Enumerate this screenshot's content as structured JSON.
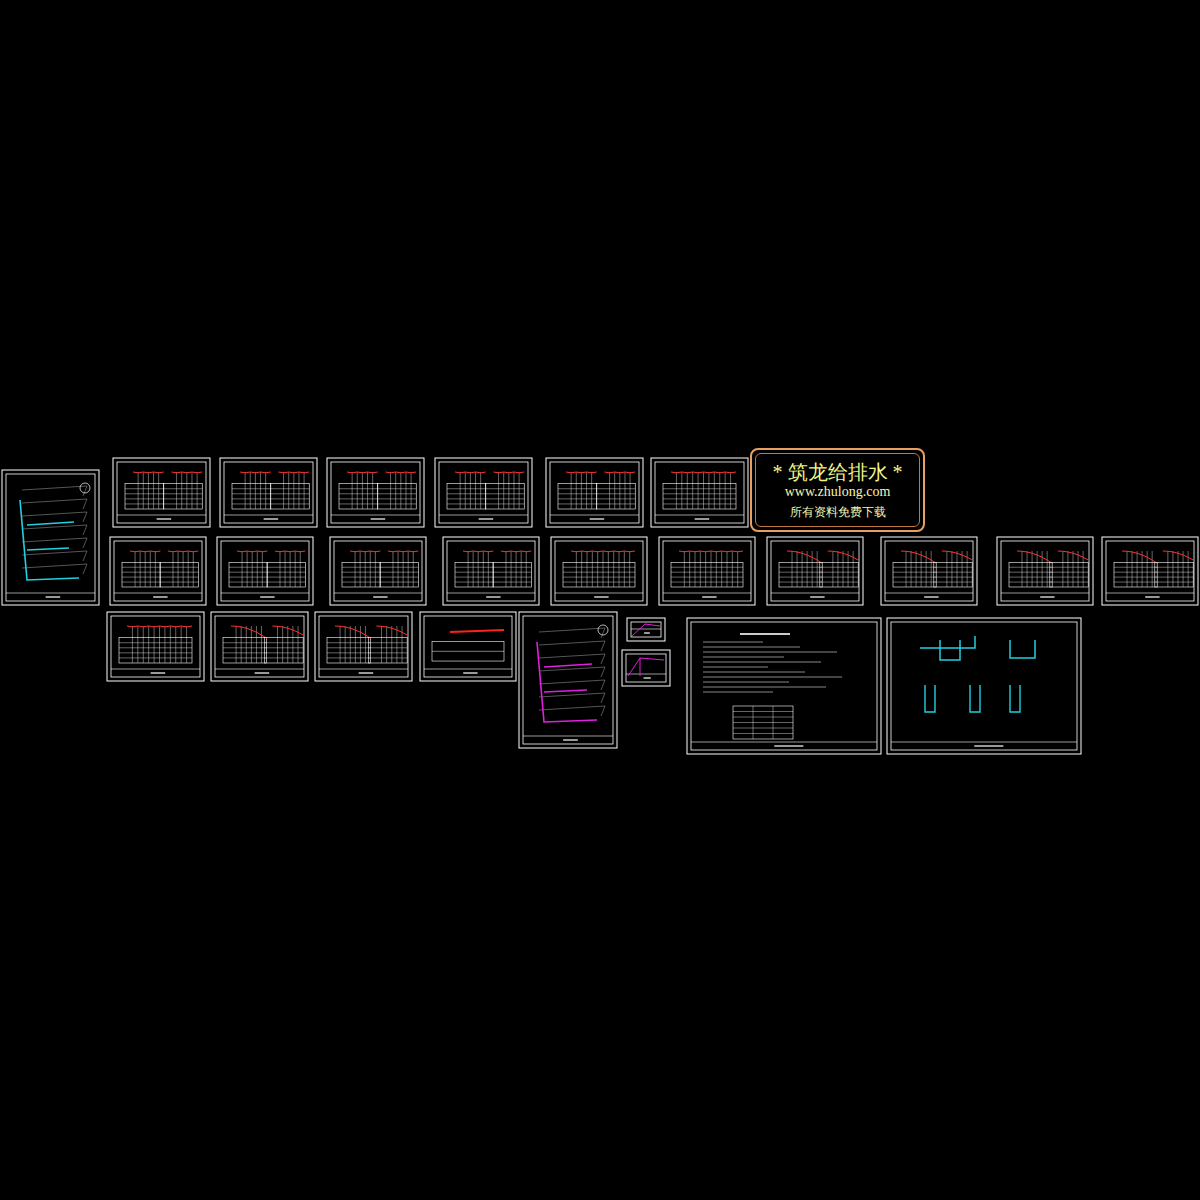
{
  "diagram": {
    "nodes": [
      {
        "text": [
          "* 筑龙给排水 *",
          "www.zhulong.com",
          "所有资料免费下载"
        ]
      }
    ]
  }
}
